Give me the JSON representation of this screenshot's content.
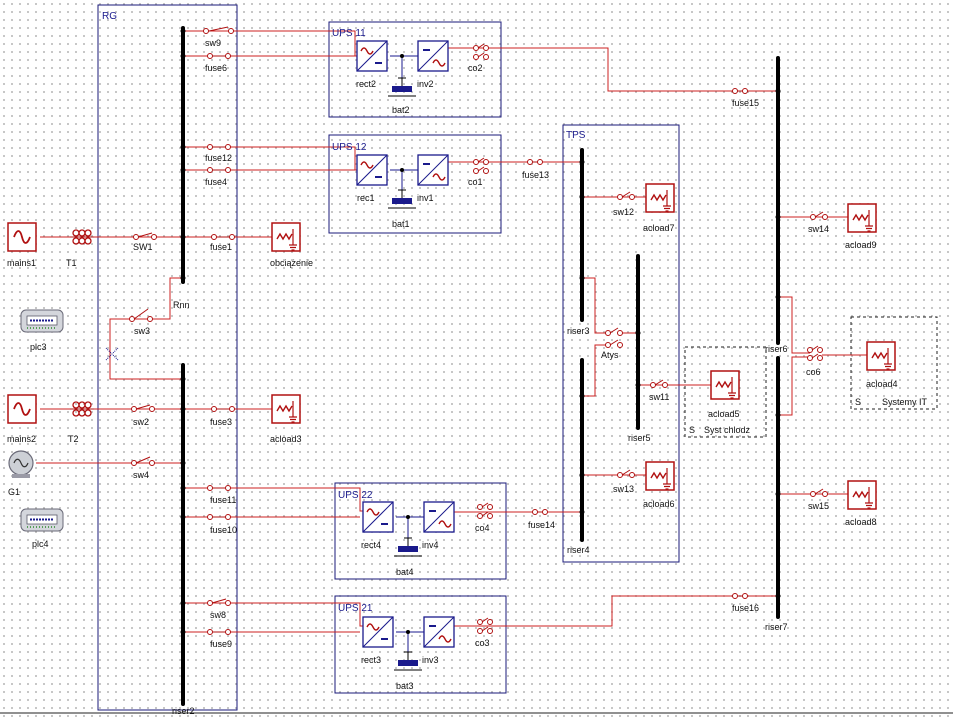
{
  "colors": {
    "wire": "#cc2020",
    "frame": "#1a1a7a",
    "bus": "#000000",
    "grid": "#b9b9b9"
  },
  "labels": {
    "rg": "RG",
    "ups11": "UPS 11",
    "ups12": "UPS 12",
    "ups22": "UPS 22",
    "ups21": "UPS 21",
    "tps": "TPS",
    "sw9": "sw9",
    "fuse6": "fuse6",
    "rect2": "rect2",
    "inv2": "inv2",
    "bat2": "bat2",
    "co2": "co2",
    "fuse15": "fuse15",
    "fuse12": "fuse12",
    "fuse4": "fuse4",
    "rect1": "rec1",
    "inv1": "inv1",
    "bat1": "bat1",
    "co1": "co1",
    "fuse13": "fuse13",
    "sw12": "sw12",
    "acload7": "acload7",
    "sw14": "sw14",
    "acload9": "acload9",
    "mains1": "mains1",
    "t1": "T1",
    "sw1": "SW1",
    "fuse1": "fuse1",
    "obciazenie": "obciążenie",
    "rnn": "Rnn",
    "sw3": "sw3",
    "plc3": "plc3",
    "riser3": "riser3",
    "atys": "Atys",
    "riser6": "riser6",
    "co6": "co6",
    "acload4": "acload4",
    "s1": "S",
    "systemy_it": "Systemy IT",
    "sw11": "sw11",
    "acload5": "acload5",
    "s2": "S",
    "syst_chlodz": "Syst chlodz",
    "riser5": "riser5",
    "mains2": "mains2",
    "t2": "T2",
    "sw2": "sw2",
    "fuse3": "fuse3",
    "acload3": "acload3",
    "g1": "G1",
    "sw4": "sw4",
    "plc4": "plc4",
    "fuse11": "fuse11",
    "fuse10": "fuse10",
    "rect4": "rect4",
    "inv4": "inv4",
    "bat4": "bat4",
    "co4": "co4",
    "fuse14": "fuse14",
    "sw13": "sw13",
    "acload6": "acload6",
    "riser4": "riser4",
    "sw15": "sw15",
    "acload8": "acload8",
    "sw8": "sw8",
    "fuse9": "fuse9",
    "rect3": "rect3",
    "inv3": "inv3",
    "bat3": "bat3",
    "co3": "co3",
    "fuse16": "fuse16",
    "riser7": "riser7",
    "riser2": "riser2"
  },
  "icons": {
    "source": "ac-source-icon",
    "transformer": "transformer-icon",
    "load": "ac-load-icon",
    "rectifier": "rectifier-icon",
    "inverter": "inverter-icon",
    "battery": "battery-icon",
    "plc": "plc-icon",
    "generator": "generator-icon"
  }
}
